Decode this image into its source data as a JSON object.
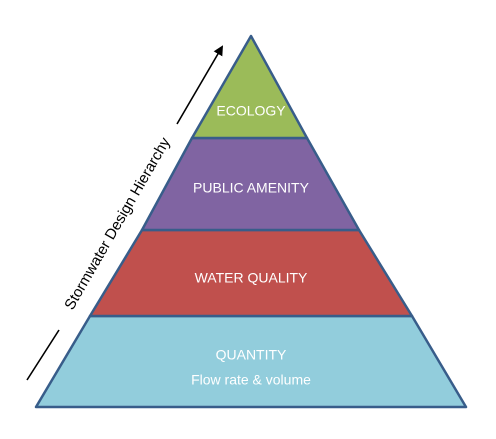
{
  "diagram": {
    "axis_label": "Stormwater Design Hierarchy",
    "tiers": [
      {
        "label": "ECOLOGY",
        "sublabel": "",
        "color": "#9BBB59"
      },
      {
        "label": "PUBLIC AMENITY",
        "sublabel": "",
        "color": "#8064A2"
      },
      {
        "label": "WATER QUALITY",
        "sublabel": "",
        "color": "#C0504D"
      },
      {
        "label": "QUANTITY",
        "sublabel": "Flow rate & volume",
        "color": "#92CDDC"
      }
    ],
    "outline_color": "#385D8A"
  }
}
